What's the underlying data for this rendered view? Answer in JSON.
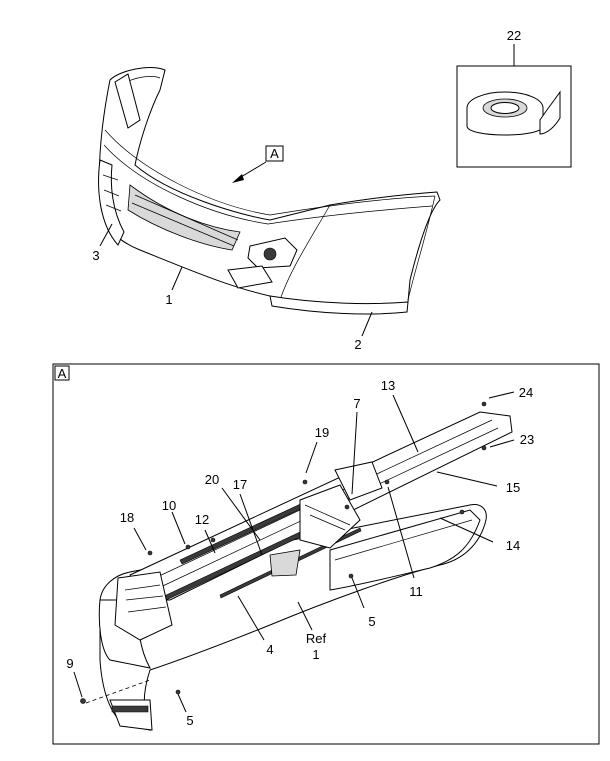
{
  "view_marker": "A",
  "detail_marker": "A",
  "callouts": {
    "c1": "1",
    "c2": "2",
    "c3": "3",
    "c22": "22",
    "c4": "4",
    "c5a": "5",
    "c5b": "5",
    "c7": "7",
    "c9": "9",
    "c10": "10",
    "c11": "11",
    "c12": "12",
    "c13": "13",
    "c14": "14",
    "c15": "15",
    "c17": "17",
    "c18": "18",
    "c19": "19",
    "c20": "20",
    "c23": "23",
    "c24": "24"
  },
  "ref_text": "Ref",
  "ref_number": "1"
}
